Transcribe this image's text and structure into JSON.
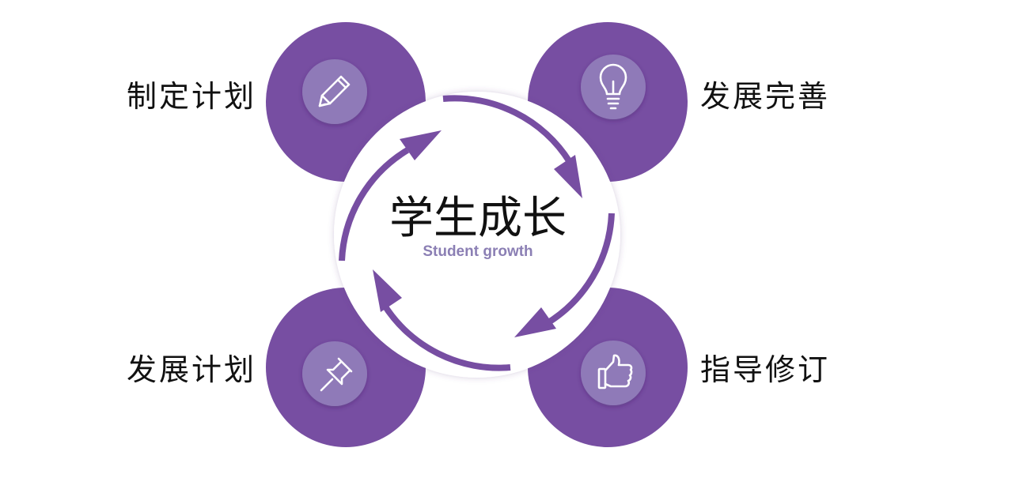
{
  "center": {
    "title": "学生成长",
    "subtitle": "Student growth"
  },
  "nodes": [
    {
      "label": "制定计划",
      "icon": "pencil-icon"
    },
    {
      "label": "发展完善",
      "icon": "lightbulb-icon"
    },
    {
      "label": "发展计划",
      "icon": "pushpin-icon"
    },
    {
      "label": "指导修订",
      "icon": "thumbs-up-icon"
    }
  ],
  "colors": {
    "purple": "#774ea2",
    "icon_disc": "#8f7ab8",
    "subtitle": "#8b7fb4",
    "white": "#ffffff"
  }
}
